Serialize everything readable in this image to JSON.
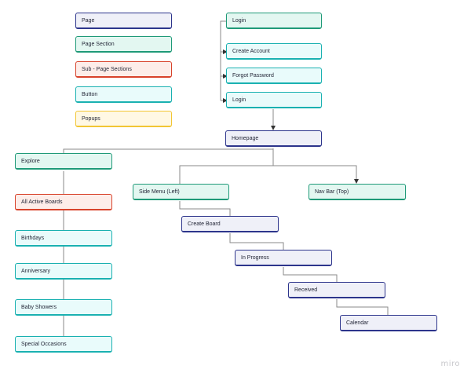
{
  "legend": {
    "page": "Page",
    "section": "Page Section",
    "sub": "Sub - Page Sections",
    "button": "Button",
    "popups": "Popups"
  },
  "auth": {
    "login_top": "Login",
    "create_account": "Create Account",
    "forgot_password": "Forgot Password",
    "login_bottom": "Login"
  },
  "homepage": "Homepage",
  "explore": {
    "title": "Explore",
    "all_active_boards": "All Active Boards",
    "birthdays": "Birthdays",
    "anniversary": "Anniversary",
    "baby_showers": "Baby Showers",
    "special_occasions": "Special Occasions"
  },
  "side_menu": {
    "title": "Side Menu (Left)",
    "create_board": "Create Board",
    "in_progress": "In Progress",
    "received": "Received",
    "calendar": "Calendar"
  },
  "nav_bar": "Nav Bar (Top)",
  "watermark": "miro"
}
